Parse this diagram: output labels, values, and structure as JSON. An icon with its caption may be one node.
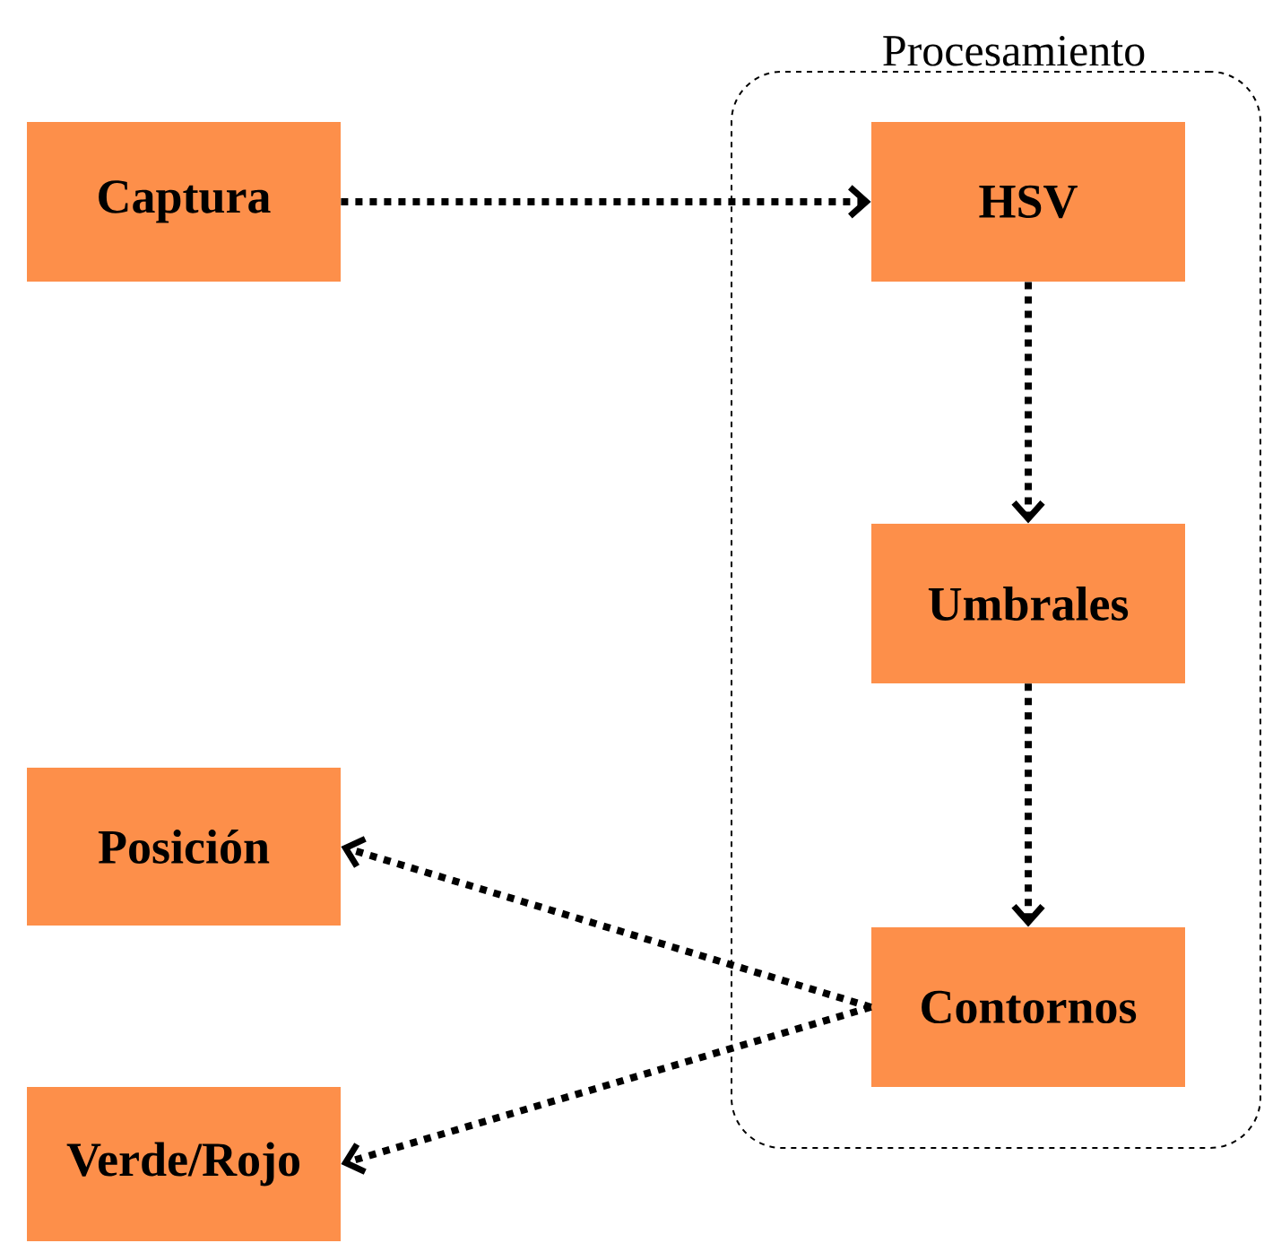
{
  "diagram": {
    "nodes": [
      {
        "text": [
          "Procesamiento"
        ]
      },
      {
        "text": [
          "Captura"
        ]
      },
      {
        "text": [
          "HSV"
        ],
        "in": 0
      },
      {
        "text": [
          "Umbrales"
        ],
        "in": 0
      },
      {
        "text": [
          "Contornos"
        ],
        "in": 0
      },
      {
        "text": [
          "Posición"
        ]
      },
      {
        "text": [
          "Verde/Rojo"
        ]
      }
    ],
    "edges": [
      {
        "from": 1,
        "to": 2,
        "arrow": "to"
      },
      {
        "from": 2,
        "to": 3,
        "arrow": "to"
      },
      {
        "from": 3,
        "to": 4,
        "arrow": "to"
      },
      {
        "from": 4,
        "to": 5,
        "arrow": "to"
      },
      {
        "from": 4,
        "to": 6,
        "arrow": "to"
      }
    ]
  }
}
